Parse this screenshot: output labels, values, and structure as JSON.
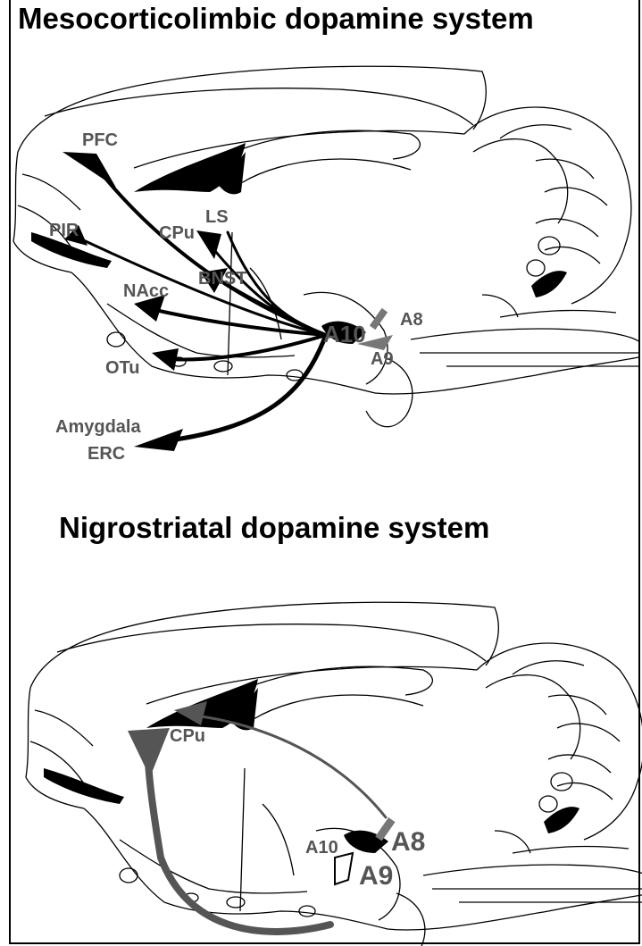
{
  "panels": [
    {
      "title": "Mesocorticolimbic dopamine system",
      "labels": {
        "pfc": "PFC",
        "pir": "PIR",
        "cpu": "CPu",
        "ls": "LS",
        "bnst": "BNST",
        "nacc": "NAcc",
        "otu": "OTu",
        "a10": "A10",
        "a8": "A8",
        "a9": "A9",
        "amygdala": "Amygdala",
        "erc": "ERC"
      }
    },
    {
      "title": "Nigrostriatal dopamine system",
      "labels": {
        "cpu": "CPu",
        "a10": "A10",
        "a8": "A8",
        "a9": "A9"
      }
    }
  ],
  "colors": {
    "pathway_meso": "#000000",
    "pathway_nigro": "#555555",
    "outline": "#000000",
    "label": "#555555"
  }
}
